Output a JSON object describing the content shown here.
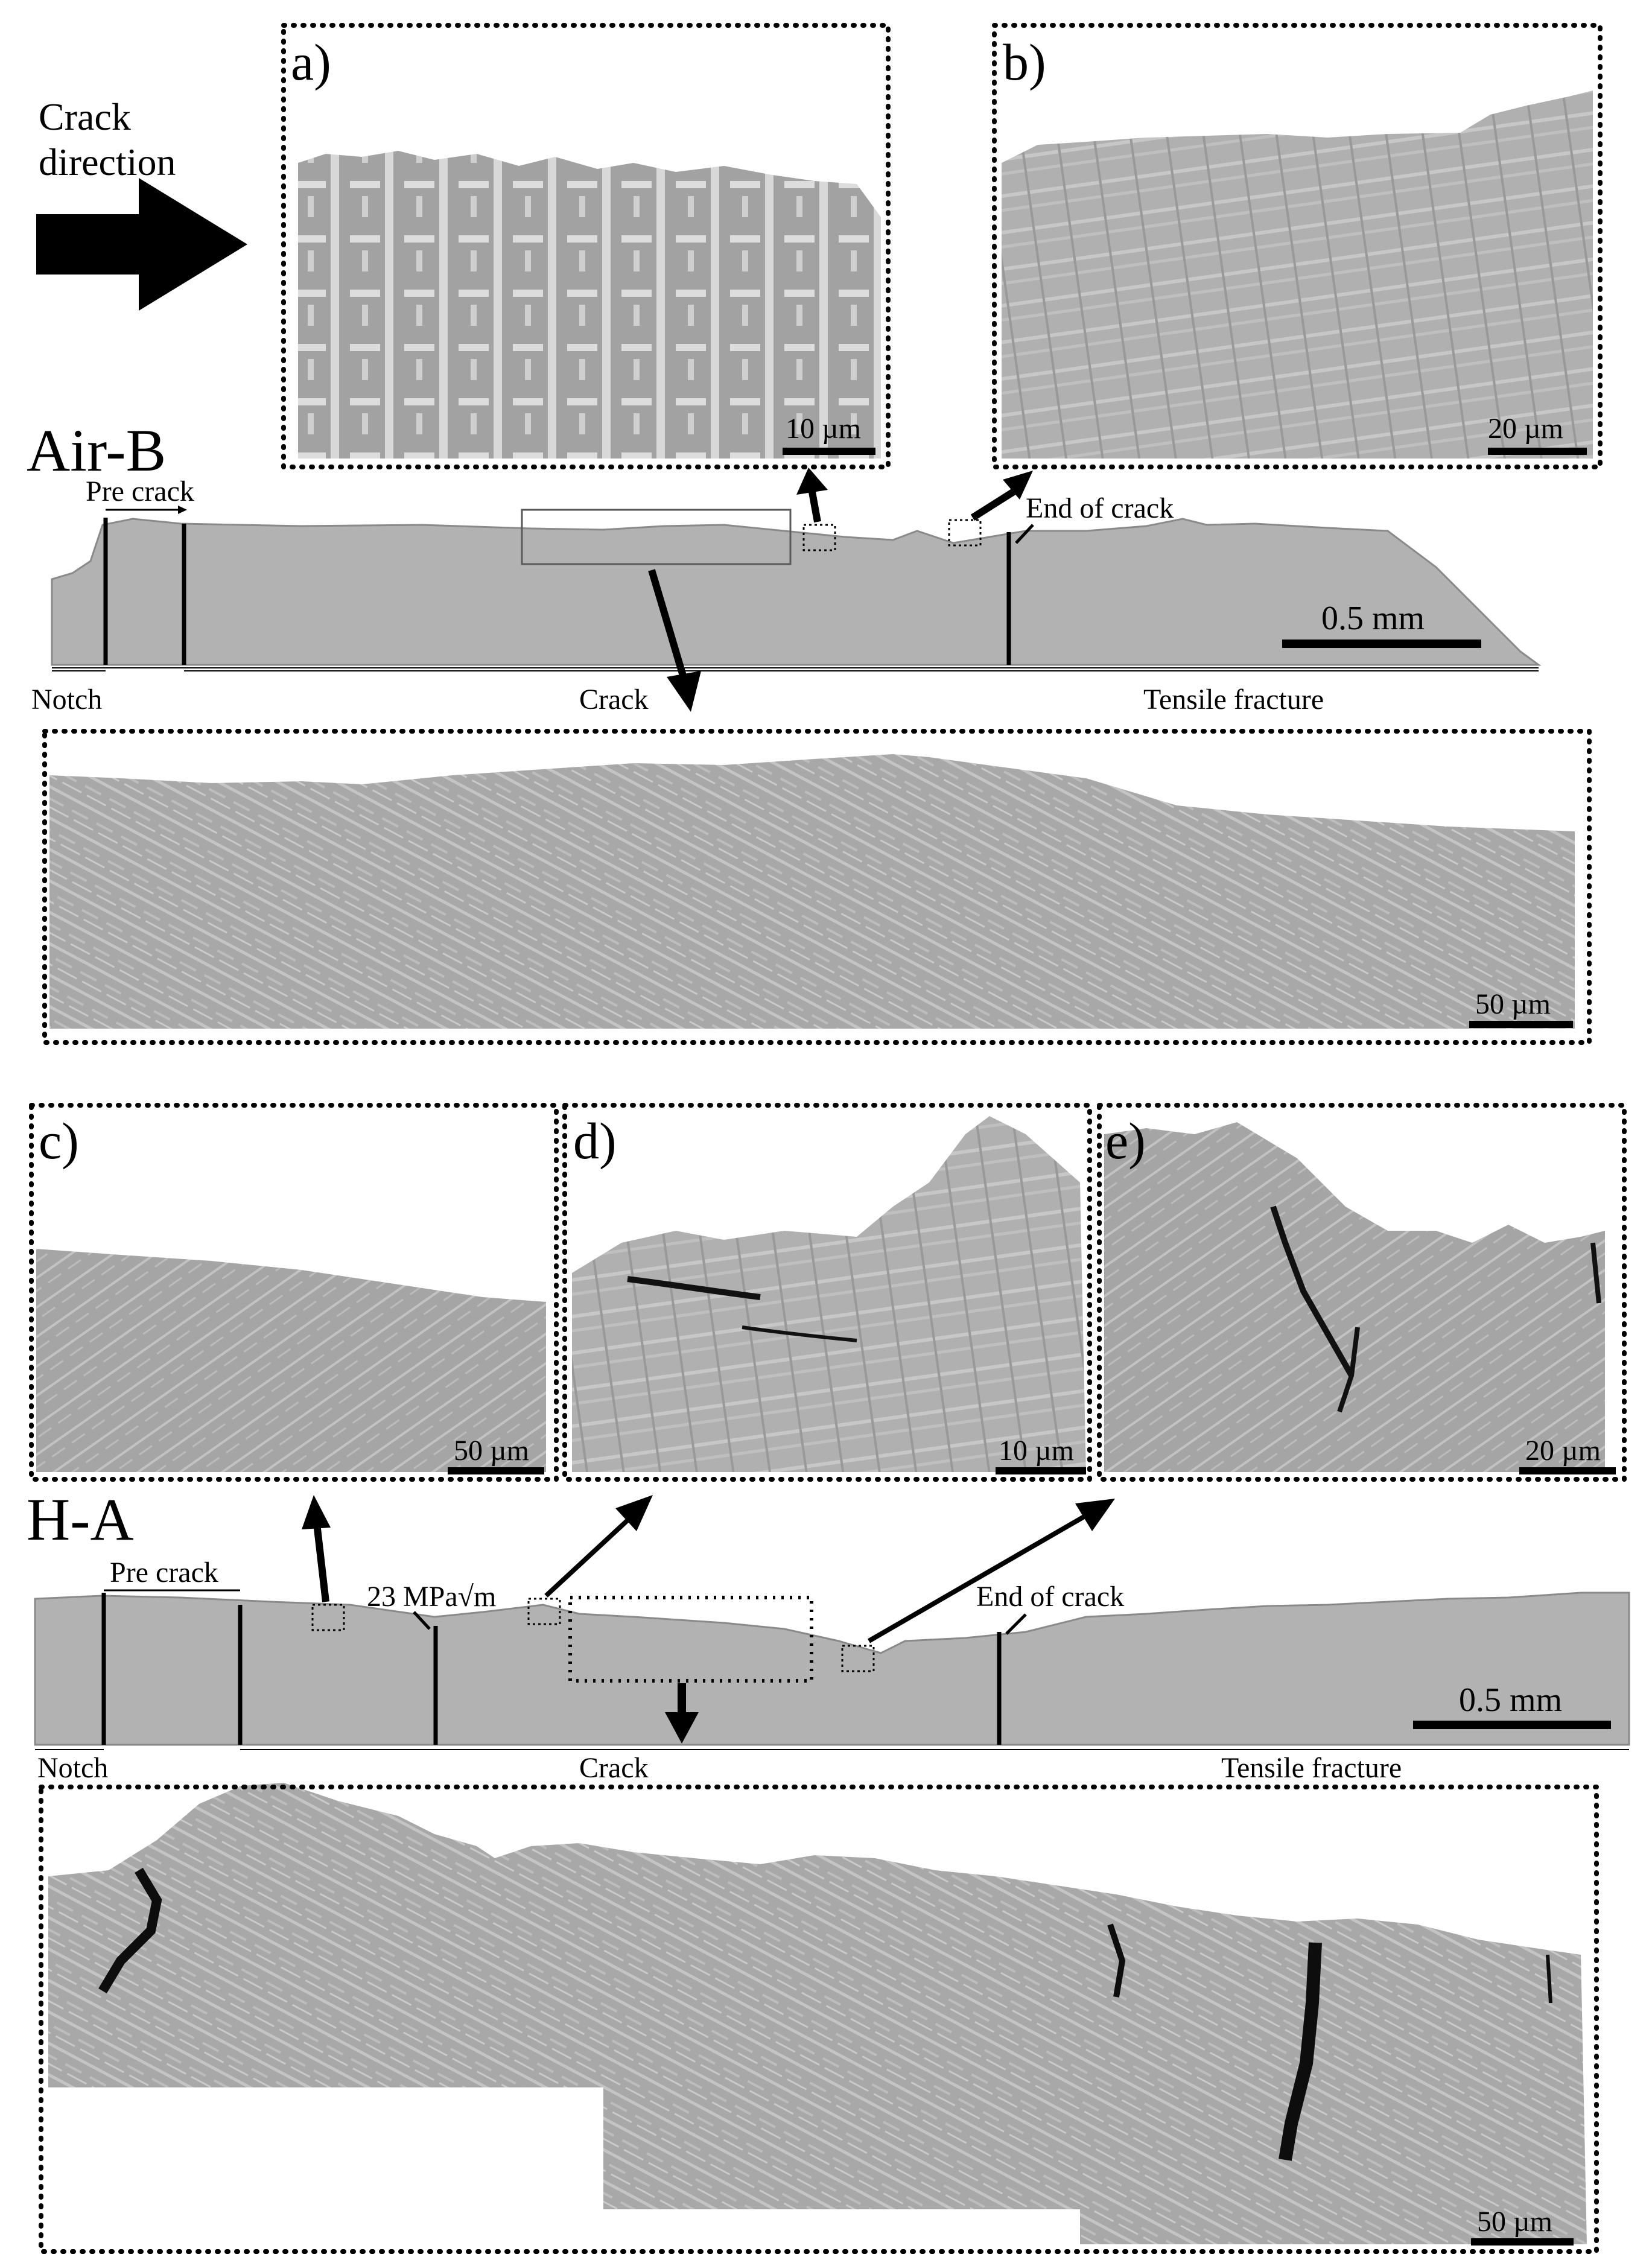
{
  "crack_direction_label": [
    "Crack",
    "direction"
  ],
  "air_b": {
    "title": "Air-B",
    "pre_crack": "Pre crack",
    "end_of_crack": "End of crack",
    "notch": "Notch",
    "crack": "Crack",
    "tensile_fracture": "Tensile fracture",
    "scale": "0.5 mm",
    "panel_a": {
      "label": "a)",
      "scale": "10 µm"
    },
    "panel_b": {
      "label": "b)",
      "scale": "20 µm"
    },
    "zoom_scale": "50 µm"
  },
  "h_a": {
    "title": "H-A",
    "pre_crack": "Pre crack",
    "stress_intensity": "23 MPa√m",
    "end_of_crack": "End of crack",
    "notch": "Notch",
    "crack": "Crack",
    "tensile_fracture": "Tensile fracture",
    "scale": "0.5 mm",
    "panel_c": {
      "label": "c)",
      "scale": "50 µm"
    },
    "panel_d": {
      "label": "d)",
      "scale": "10 µm"
    },
    "panel_e": {
      "label": "e)",
      "scale": "20 µm"
    },
    "zoom_scale": "50 µm"
  },
  "colors": {
    "specimen": "#a9a9a9",
    "specimen_light": "#c8c8c8",
    "crack_dark": "#101010"
  }
}
